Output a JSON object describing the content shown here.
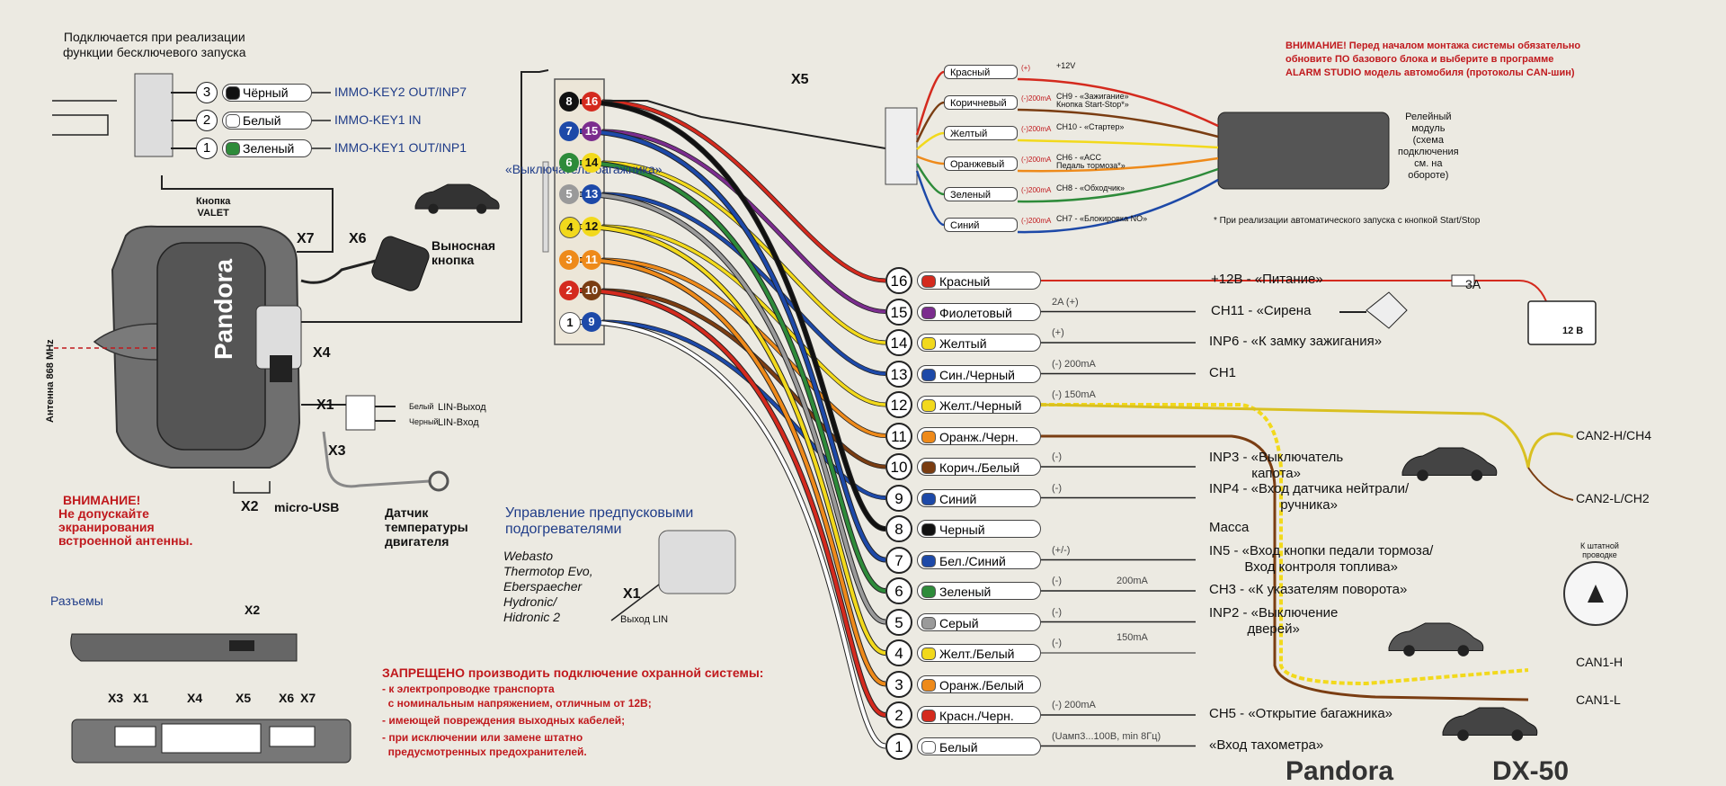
{
  "immo": {
    "note": "Подключается при реализации\nфункции бесключевого запуска",
    "wires": [
      {
        "num": "3",
        "color": "Чёрный",
        "signal": "IMMO-KEY2 OUT/INP7",
        "hex": "#111111"
      },
      {
        "num": "2",
        "color": "Белый",
        "signal": "IMMO-KEY1 IN",
        "hex": "#ffffff"
      },
      {
        "num": "1",
        "color": "Зеленый",
        "signal": "IMMO-KEY1 OUT/INP1",
        "hex": "#2e8b3a"
      }
    ],
    "trunk_note": "«Выключатель багажника»"
  },
  "main_unit": {
    "antenna_label": "Антенна 868 MHz",
    "brand": "Pandora",
    "valet_label": "Кнопка\nVALET",
    "x7": "X7",
    "x6": "X6",
    "remote_button": "Выносная\nкнопка",
    "x4": "X4",
    "x1": "X1",
    "x3": "X3",
    "x2": "X2",
    "micro_usb": "micro-USB",
    "lin_out": "LIN-Выход",
    "lin_in": "LIN-Вход",
    "lin1_color": "Белый",
    "lin2_color": "Черный",
    "temp_sensor": "Датчик\nтемпературы\nдвигателя"
  },
  "warning_antenna": {
    "title": "ВНИМАНИЕ!",
    "text": "Не допускайте\nэкранирования\nвстроенной антенны."
  },
  "heaters": {
    "title": "Управление предпусковыми\nподогревателями",
    "list": "Webasto\nThermotop Evo,\nEberspaecher\nHydronic/\nHidronic 2",
    "x1": "X1",
    "lin_out": "Выход LIN"
  },
  "connectors": {
    "title": "Разъемы",
    "x2": "X2",
    "labels": [
      "X3",
      "X1",
      "X4",
      "X5",
      "X6",
      "X7"
    ]
  },
  "forbidden": {
    "title": "ЗАПРЕЩЕНО производить подключение охранной системы:",
    "items": [
      "- к электропроводке транспорта\n  с номинальным напряжением, отличным от 12В;",
      "- имеющей повреждения выходных кабелей;",
      "- при исключении или замене штатно\n  предусмотренных предохранителей."
    ]
  },
  "x5": {
    "label": "X5",
    "left_pins": [
      "8",
      "7",
      "6",
      "5",
      "4",
      "3",
      "2",
      "1"
    ],
    "right_pins": [
      "16",
      "15",
      "14",
      "13",
      "12",
      "11",
      "10",
      "9"
    ]
  },
  "relay": {
    "warning": "ВНИМАНИЕ! Перед началом монтажа системы обязательно\nобновите ПО базового блока и выберите в программе\nALARM STUDIO модель автомобиля (протоколы CAN-шин)",
    "module_label": "Релейный\nмодуль\n(схема\nподключения\nсм. на\nобороте)",
    "footnote": "* При реализации автоматического запуска с кнопкой Start/Stop",
    "wires": [
      {
        "color": "Красный",
        "pol": "(+)",
        "ch": "+12V",
        "hex": "#d42a1e"
      },
      {
        "color": "Коричневый",
        "pol": "(-)200mA",
        "ch": "CH9 - «Зажигание»\nКнопка Start-Stop*»",
        "hex": "#7a3d12"
      },
      {
        "color": "Желтый",
        "pol": "(-)200mA",
        "ch": "CH10 - «Стартер»",
        "hex": "#f2d91c"
      },
      {
        "color": "Оранжевый",
        "pol": "(-)200mA",
        "ch": "CH6 - «ACC\nПедаль тормоза*»",
        "hex": "#ee8a1a"
      },
      {
        "color": "Зеленый",
        "pol": "(-)200mA",
        "ch": "CH8 - «Обходчик»",
        "hex": "#2e8b3a"
      },
      {
        "color": "Синий",
        "pol": "(-)200mA",
        "ch": "CH7 - «Блокировка NO»",
        "hex": "#1d49a8"
      }
    ]
  },
  "wires": [
    {
      "num": "16",
      "color": "Красный",
      "hex": "#d42a1e",
      "note": "",
      "func": "+12В - «Питание»"
    },
    {
      "num": "15",
      "color": "Фиолетовый",
      "hex": "#7b2d8e",
      "note": "2A (+)",
      "func": "CH11 - «Сирена"
    },
    {
      "num": "14",
      "color": "Желтый",
      "hex": "#f2d91c",
      "note": "(+)",
      "func": "INP6 - «К замку зажигания»"
    },
    {
      "num": "13",
      "color": "Син./Черный",
      "hex": "#1d49a8",
      "note": "(-) 200mA",
      "func": "CH1"
    },
    {
      "num": "12",
      "color": "Желт./Черный",
      "hex": "#f2d91c",
      "note": "(-) 150mA",
      "func": ""
    },
    {
      "num": "11",
      "color": "Оранж./Черн.",
      "hex": "#ee8a1a",
      "note": "",
      "func": ""
    },
    {
      "num": "10",
      "color": "Корич./Белый",
      "hex": "#7a3d12",
      "note": "(-)",
      "func": "INP3 - «Выключатель\nкапота»"
    },
    {
      "num": "9",
      "color": "Синий",
      "hex": "#1d49a8",
      "note": "(-)",
      "func": "INP4 - «Вход датчика нейтрали/\nручника»"
    },
    {
      "num": "8",
      "color": "Черный",
      "hex": "#111111",
      "note": "",
      "func": "Масса"
    },
    {
      "num": "7",
      "color": "Бел./Синий",
      "hex": "#1d49a8",
      "note": "(+/-)",
      "func": "IN5 - «Вход кнопки педали тормоза/\nВход контроля топлива»"
    },
    {
      "num": "6",
      "color": "Зеленый",
      "hex": "#2e8b3a",
      "note": "(-)",
      "func": "CH3 - «К указателям поворота»"
    },
    {
      "num": "5",
      "color": "Серый",
      "hex": "#9a9a9a",
      "note": "(-)",
      "func": "INP2 - «Выключение\nдверей»"
    },
    {
      "num": "4",
      "color": "Желт./Белый",
      "hex": "#f2d91c",
      "note": "(-)",
      "func": ""
    },
    {
      "num": "3",
      "color": "Оранж./Белый",
      "hex": "#ee8a1a",
      "note": "",
      "func": ""
    },
    {
      "num": "2",
      "color": "Красн./Черн.",
      "hex": "#d42a1e",
      "note": "(-) 200mA",
      "func": "CH5 - «Открытие багажника»"
    },
    {
      "num": "1",
      "color": "Белый",
      "hex": "#ffffff",
      "note": "(Uамп3...100В, min 8Гц)",
      "func": "«Вход тахометра»"
    }
  ],
  "extra": {
    "fuse": "3A",
    "battery": "12 В",
    "ma200": "200mA",
    "ma150": "150mA",
    "can2h": "CAN2-H/CH4",
    "can2l": "CAN2-L/CH2",
    "can1h": "CAN1-H",
    "can1l": "CAN1-L",
    "to_lamp": "К штатной\nпроводке"
  },
  "footer_brand": "Pandora",
  "footer_model": "DX-50"
}
